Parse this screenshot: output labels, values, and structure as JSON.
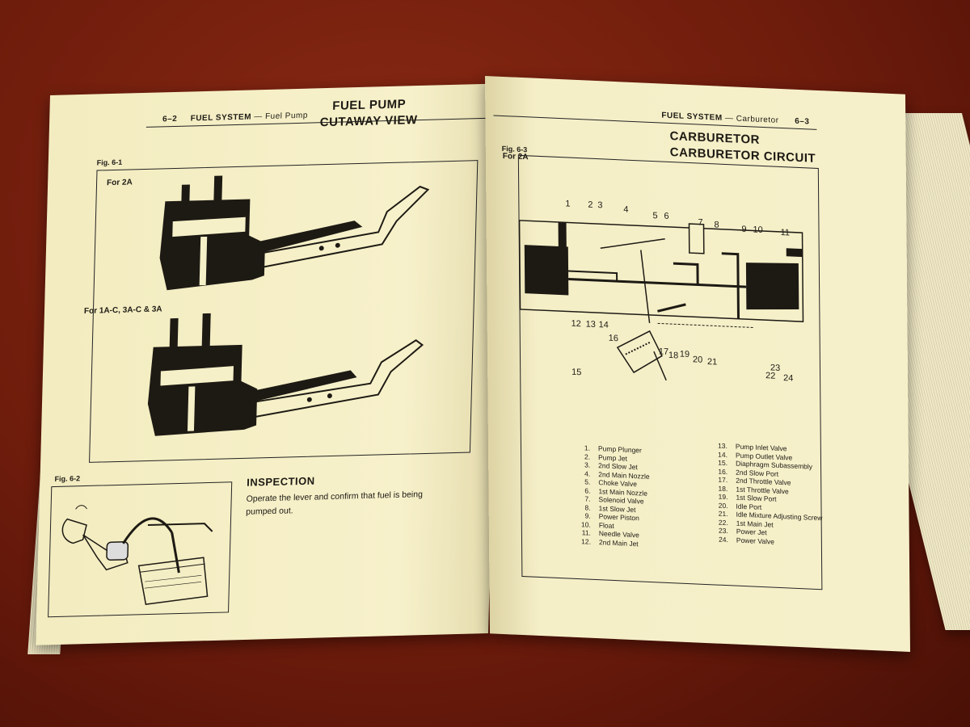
{
  "left_page": {
    "page_number": "6–2",
    "section": "FUEL SYSTEM",
    "subsection": "— Fuel Pump",
    "title_line1": "FUEL PUMP",
    "title_line2": "CUTAWAY VIEW",
    "fig1_label": "Fig. 6-1",
    "fig1_caption_a": "For 2A",
    "fig1_caption_b": "For 1A-C, 3A-C & 3A",
    "fig2_label": "Fig. 6-2",
    "inspection_title": "INSPECTION",
    "inspection_text": "Operate the lever and confirm that fuel is being pumped out."
  },
  "right_page": {
    "page_number": "6–3",
    "section": "FUEL SYSTEM",
    "subsection": "— Carburetor",
    "title_line1": "CARBURETOR",
    "title_line2": "CARBURETOR CIRCUIT",
    "fig3_label": "Fig. 6-3",
    "fig3_caption": "For 2A",
    "callouts_top": [
      "1",
      "2",
      "3",
      "4",
      "5",
      "6",
      "7",
      "8",
      "9",
      "10",
      "11"
    ],
    "callouts_bottom": [
      "12",
      "13",
      "14",
      "16",
      "17",
      "18",
      "19",
      "20",
      "21",
      "22",
      "23",
      "24"
    ],
    "callout_15": "15",
    "legend_left": [
      {
        "num": "1.",
        "text": "Pump Plunger"
      },
      {
        "num": "2.",
        "text": "Pump Jet"
      },
      {
        "num": "3.",
        "text": "2nd Slow Jet"
      },
      {
        "num": "4.",
        "text": "2nd Main Nozzle"
      },
      {
        "num": "5.",
        "text": "Choke Valve"
      },
      {
        "num": "6.",
        "text": "1st Main Nozzle"
      },
      {
        "num": "7.",
        "text": "Solenoid Valve"
      },
      {
        "num": "8.",
        "text": "1st Slow Jet"
      },
      {
        "num": "9.",
        "text": "Power Piston"
      },
      {
        "num": "10.",
        "text": "Float"
      },
      {
        "num": "11.",
        "text": "Needle Valve"
      },
      {
        "num": "12.",
        "text": "2nd Main Jet"
      }
    ],
    "legend_right": [
      {
        "num": "13.",
        "text": "Pump Inlet Valve"
      },
      {
        "num": "14.",
        "text": "Pump Outlet Valve"
      },
      {
        "num": "15.",
        "text": "Diaphragm Subassembly"
      },
      {
        "num": "16.",
        "text": "2nd Slow Port"
      },
      {
        "num": "17.",
        "text": "2nd Throttle Valve"
      },
      {
        "num": "18.",
        "text": "1st Throttle Valve"
      },
      {
        "num": "19.",
        "text": "1st Slow Port"
      },
      {
        "num": "20.",
        "text": "Idle Port"
      },
      {
        "num": "21.",
        "text": "Idle Mixture Adjusting Screw"
      },
      {
        "num": "22.",
        "text": "1st Main Jet"
      },
      {
        "num": "23.",
        "text": "Power Jet"
      },
      {
        "num": "24.",
        "text": "Power Valve"
      }
    ]
  },
  "colors": {
    "background": "#6e1c0c",
    "paper": "#f6f0c8",
    "ink": "#1d1a14"
  }
}
